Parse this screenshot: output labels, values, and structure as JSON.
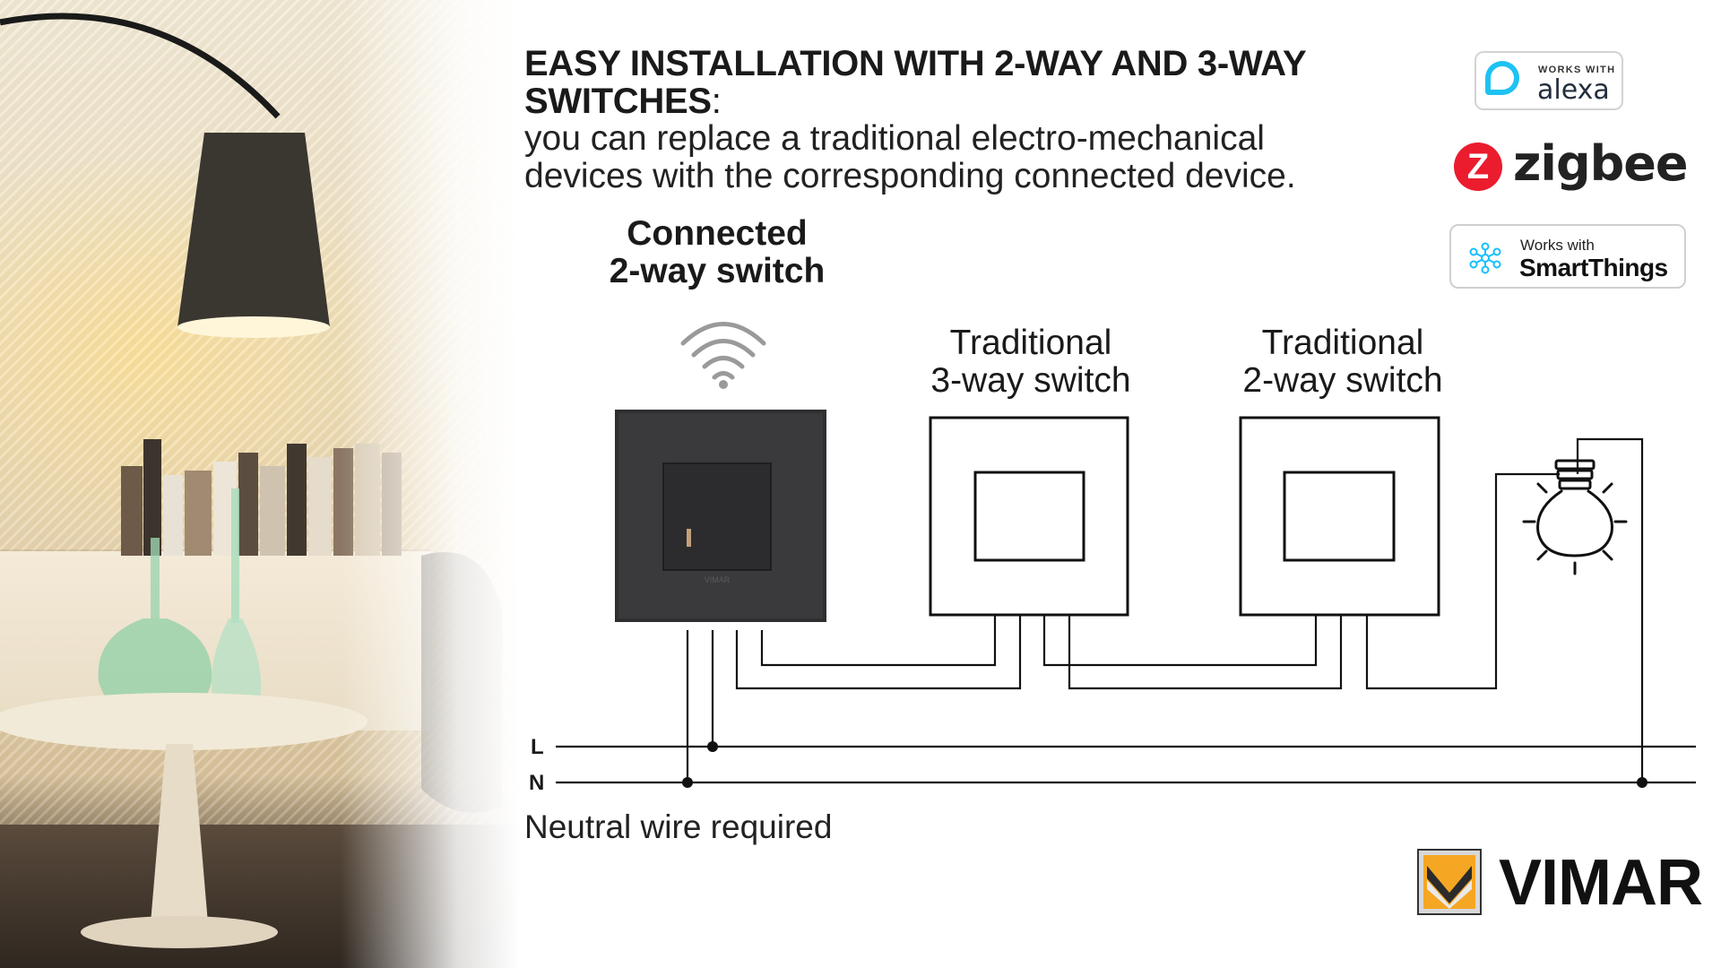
{
  "heading": {
    "line1": "EASY INSTALLATION WITH 2-WAY AND 3-WAY",
    "line2": "SWITCHES",
    "colon": ":"
  },
  "subheading": {
    "line1": "you can replace a traditional electro-mechanical",
    "line2": "devices with the corresponding connected device."
  },
  "devices": {
    "connected": {
      "line1": "Connected",
      "line2": "2-way switch",
      "brand_mark": "VIMAR"
    },
    "traditional_3way": {
      "line1": "Traditional",
      "line2": "3-way switch"
    },
    "traditional_2way": {
      "line1": "Traditional",
      "line2": "2-way switch"
    }
  },
  "wires": {
    "line": "L",
    "neutral": "N"
  },
  "note": "Neutral wire required",
  "badges": {
    "alexa": {
      "works_with": "WORKS WITH",
      "name": "alexa",
      "color": "#1ec2f3"
    },
    "zigbee": {
      "name": "zigbee",
      "color": "#eb1c2d"
    },
    "smartthings": {
      "works_with": "Works with",
      "name": "SmartThings",
      "color": "#15bfff"
    }
  },
  "logo": {
    "name": "VIMAR",
    "accent": "#f5a623"
  },
  "icons": [
    "wifi-icon",
    "light-bulb-icon",
    "alexa-icon",
    "zigbee-icon",
    "smartthings-icon",
    "vimar-logo-icon"
  ]
}
